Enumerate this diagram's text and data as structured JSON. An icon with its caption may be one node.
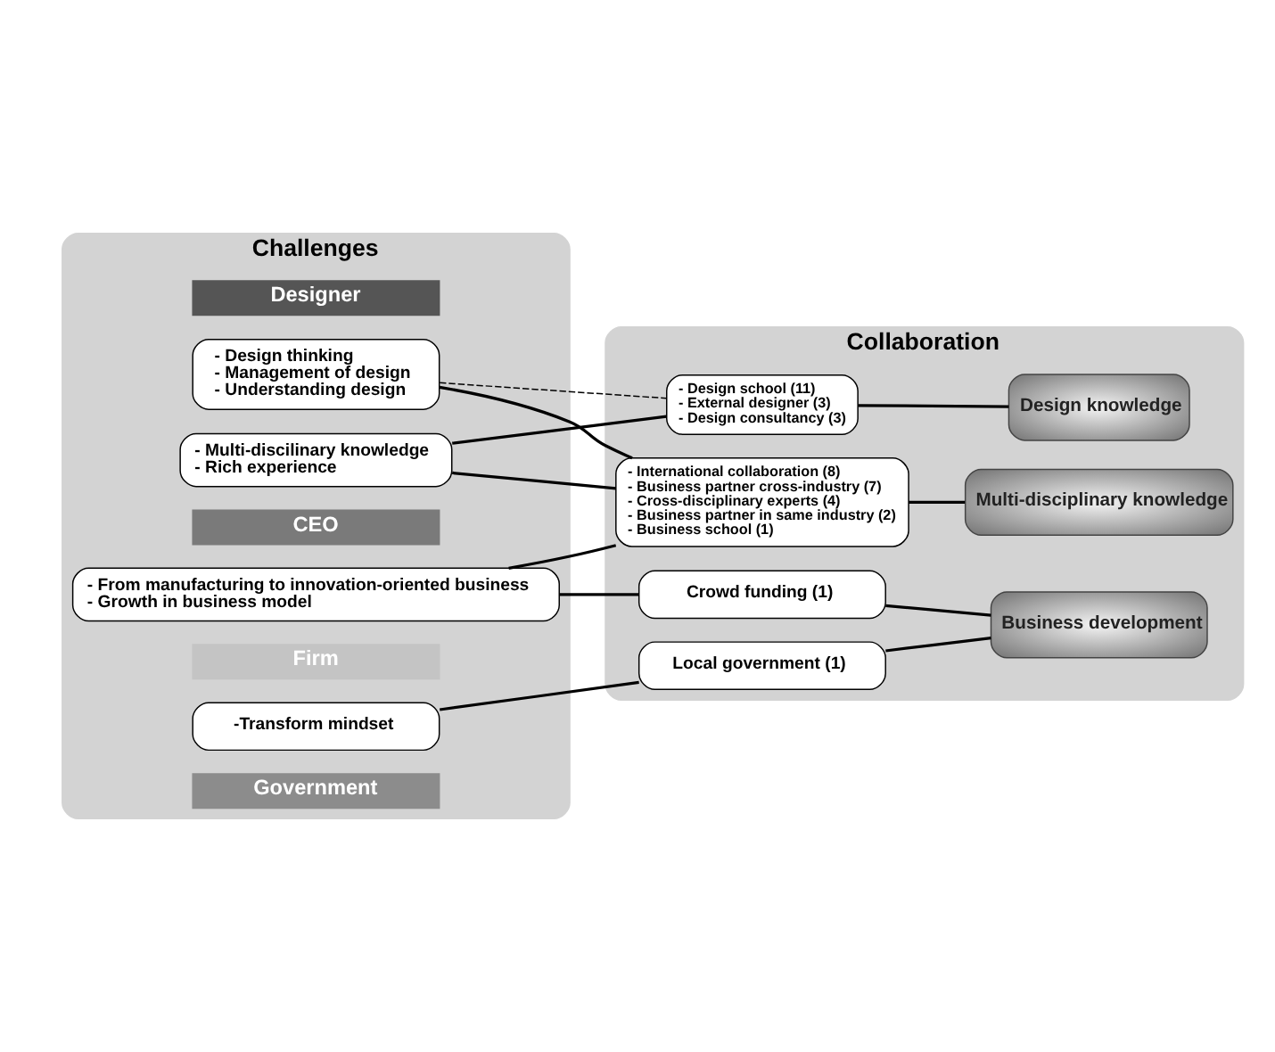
{
  "diagram": {
    "nodes": [
      {
        "text": [
          "Challenges"
        ]
      },
      {
        "text": [
          "Government"
        ],
        "in": 0
      },
      {
        "text": [
          "-Transform mindset"
        ],
        "in": 0
      },
      {
        "text": [
          "Firm"
        ],
        "in": 0
      },
      {
        "text": [
          "- From manufacturing to innovation-oriented business",
          "- Growth in business model"
        ],
        "in": 0
      },
      {
        "text": [
          "CEO"
        ],
        "in": 0
      },
      {
        "text": [
          "- Design thinking",
          "- Management of design",
          "- Understanding design"
        ],
        "in": 0
      },
      {
        "text": [
          "Designer"
        ],
        "in": 0
      },
      {
        "text": [
          "- Multi-discilinary knowledge",
          "- Rich experience"
        ],
        "in": 0
      },
      {
        "text": [
          "Collaboration"
        ]
      },
      {
        "text": [
          "Local government (1)"
        ],
        "in": 9
      },
      {
        "text": [
          "Crowd funding (1)"
        ],
        "in": 9
      },
      {
        "text": [
          "- International collaboration (8)",
          "- Business partner cross-industry (7)",
          "- Cross-disciplinary experts (4)",
          "- Business partner in same industry (2)",
          "- Business school (1)"
        ],
        "in": 9
      },
      {
        "text": [
          "- Design school (11)",
          "- External designer (3)",
          "- Design consultancy (3)"
        ],
        "in": 9
      },
      {
        "text": [
          "Business development"
        ],
        "in": 9
      },
      {
        "text": [
          "Multi-disciplinary knowledge"
        ],
        "in": 9
      },
      {
        "text": [
          "Design knowledge"
        ],
        "in": 9
      }
    ],
    "edges": [
      {
        "from": 2,
        "to": 10,
        "arrow": "none"
      },
      {
        "from": 4,
        "to": 11,
        "arrow": "none"
      },
      {
        "from": 4,
        "to": 12,
        "arrow": "none"
      },
      {
        "from": 6,
        "to": 12,
        "arrow": "none"
      },
      {
        "from": 8,
        "to": 12,
        "arrow": "none"
      },
      {
        "from": 6,
        "to": 13,
        "arrow": "none",
        "style": "dashed"
      },
      {
        "from": 8,
        "to": 13,
        "arrow": "none"
      },
      {
        "from": 10,
        "to": 14,
        "arrow": "none"
      },
      {
        "from": 11,
        "to": 14,
        "arrow": "none"
      },
      {
        "from": 12,
        "to": 15,
        "arrow": "none"
      },
      {
        "from": 13,
        "to": 16,
        "arrow": "none"
      }
    ]
  }
}
